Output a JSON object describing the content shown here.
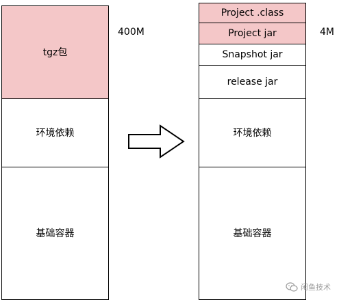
{
  "left_stack": {
    "blocks": [
      {
        "label": "tgz包"
      },
      {
        "label": "环境依赖"
      },
      {
        "label": "基础容器"
      }
    ],
    "size_label": "400M"
  },
  "right_stack": {
    "blocks": [
      {
        "label": "Project .class"
      },
      {
        "label": "Project jar"
      },
      {
        "label": "Snapshot jar"
      },
      {
        "label": "release jar"
      },
      {
        "label": "环境依赖"
      },
      {
        "label": "基础容器"
      }
    ],
    "size_label": "4M"
  },
  "arrow": {
    "icon": "right-arrow-icon"
  },
  "watermark": {
    "icon": "wechat-icon",
    "text": "闲鱼技术"
  },
  "colors": {
    "highlight": "#f4c7c8",
    "stroke": "#000000",
    "background": "#ffffff"
  }
}
